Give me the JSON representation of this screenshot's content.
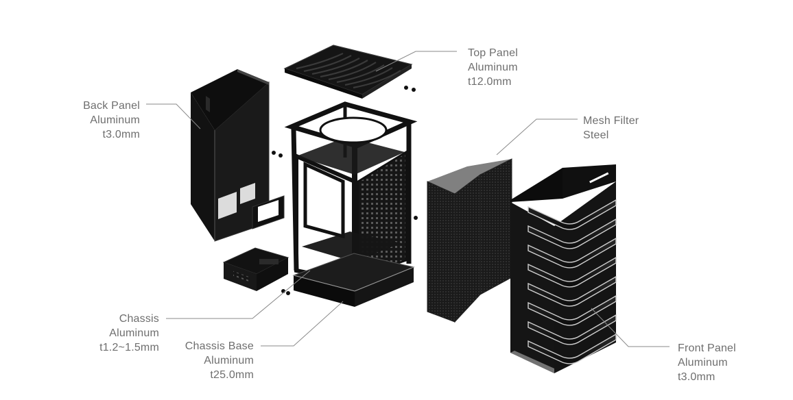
{
  "callouts": {
    "top_panel": {
      "lines": [
        "Top Panel",
        "Aluminum",
        "t12.0mm"
      ]
    },
    "back_panel": {
      "lines": [
        "Back Panel",
        "Aluminum",
        "t3.0mm"
      ]
    },
    "mesh_filter": {
      "lines": [
        "Mesh Filter",
        "Steel"
      ]
    },
    "chassis": {
      "lines": [
        "Chassis",
        "Aluminum",
        "t1.2~1.5mm"
      ]
    },
    "chassis_base": {
      "lines": [
        "Chassis Base",
        "Aluminum",
        "t25.0mm"
      ]
    },
    "front_panel": {
      "lines": [
        "Front Panel",
        "Aluminum",
        "t3.0mm"
      ]
    }
  },
  "colors": {
    "label_text": "#6e6e6e",
    "leader_line": "#8a8a8a",
    "part_dark": "#141414",
    "part_edge": "#3a3a3a",
    "highlight": "#bfbfbf"
  }
}
